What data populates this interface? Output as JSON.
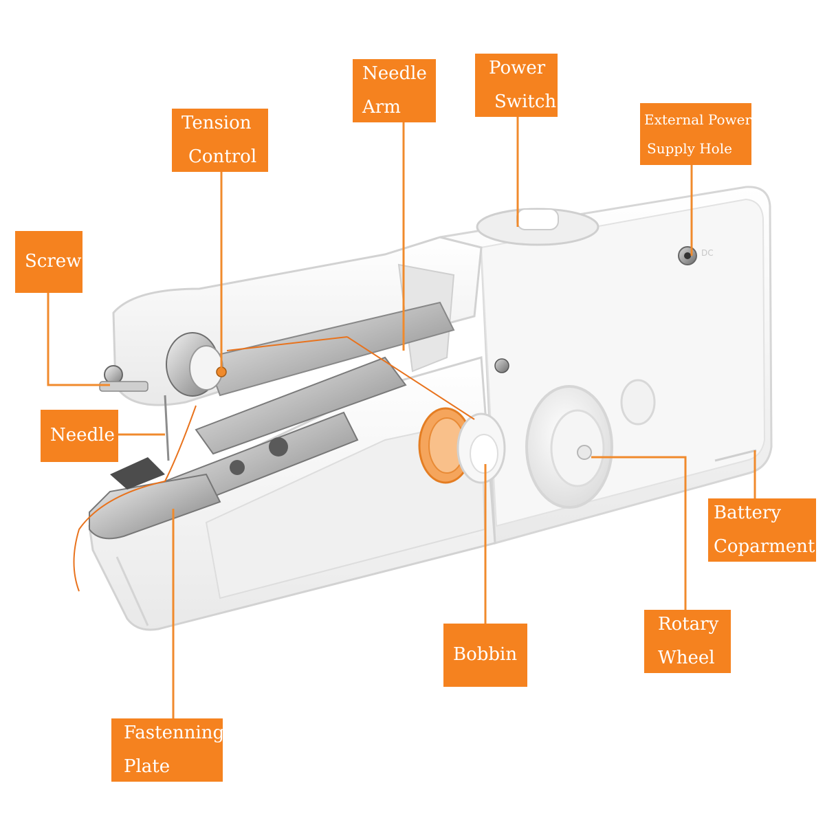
{
  "colors": {
    "label_bg": "#f5821f",
    "label_text": "#ffffff",
    "leader_line": "#f08a2c",
    "machine_body": "#f4f4f4",
    "machine_outline": "#d9d9d9",
    "thread": "#e8721c"
  },
  "product": {
    "name": "Handheld sewing machine",
    "body_print": "DC"
  },
  "labels": {
    "needle_arm": {
      "line1": "Needle",
      "line2": "Arm"
    },
    "power_switch": {
      "line1": "Power",
      "line2": "Switch"
    },
    "tension_control": {
      "line1": "Tension",
      "line2": "Control"
    },
    "external_power": {
      "line1": "External Power",
      "line2": "Supply Hole"
    },
    "screw": {
      "line1": "Screw"
    },
    "needle": {
      "line1": "Needle"
    },
    "battery": {
      "line1": "Battery",
      "line2": "Coparment"
    },
    "rotary_wheel": {
      "line1": "Rotary",
      "line2": "Wheel"
    },
    "bobbin": {
      "line1": "Bobbin"
    },
    "fastening_plate": {
      "line1": "Fastenning",
      "line2": "Plate"
    }
  }
}
